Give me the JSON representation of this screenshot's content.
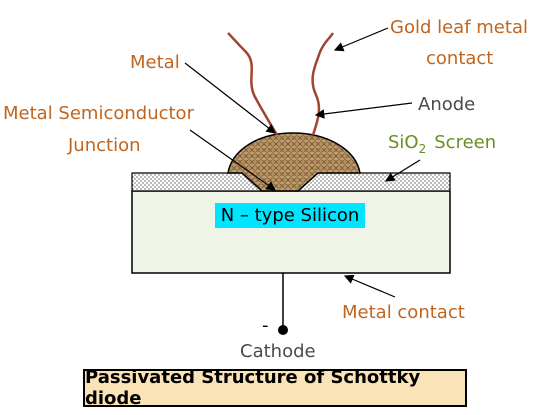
{
  "labels": {
    "gold_leaf_line1": "Gold leaf metal",
    "gold_leaf_line2": "contact",
    "metal": "Metal",
    "anode": "Anode",
    "msj_line1": "Metal Semiconductor",
    "msj_line2": "Junction",
    "sio2_prefix": "SiO",
    "sio2_sub": "2",
    "sio2_suffix": "Screen",
    "n_type": "N – type Silicon",
    "metal_contact": "Metal contact",
    "minus_sign": "-",
    "cathode": "Cathode"
  },
  "title": "Passivated Structure of Schottky diode",
  "colors": {
    "label_orange": "#c0651f",
    "label_green": "#6b8e23",
    "silicon_fill": "#eef5e6",
    "n_type_highlight": "#00e5ff",
    "wire": "#a0452f",
    "metal_dome": "#b08a5a",
    "title_box": "#fbe3b8"
  }
}
